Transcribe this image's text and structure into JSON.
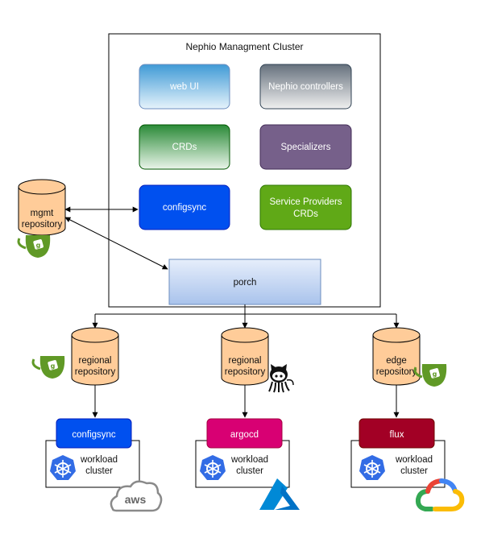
{
  "cluster": {
    "title": "Nephio Managment Cluster",
    "components": [
      {
        "label": "web UI",
        "color": "#4aa3d8",
        "text_color": "#ffffff"
      },
      {
        "label": "Nephio controllers",
        "color": "#6f7a87",
        "text_color": "#ffffff"
      },
      {
        "label": "CRDs",
        "color": "#2e8b3b",
        "text_color": "#ffffff"
      },
      {
        "label": "Specializers",
        "color": "#76608a",
        "text_color": "#ffffff"
      },
      {
        "label": "configsync",
        "color": "#0050ef",
        "text_color": "#ffffff"
      },
      {
        "label": "Service Providers",
        "label2": "CRDs",
        "color": "#60a917",
        "text_color": "#ffffff"
      }
    ],
    "porch": {
      "label": "porch",
      "color": "#b7cdee"
    }
  },
  "mgmt_repo": {
    "line1": "mgmt",
    "line2": "repository",
    "icon": "gitea-teacup-icon"
  },
  "repositories": [
    {
      "line1": "regional",
      "line2": "repository",
      "icon": "gitea-teacup-icon"
    },
    {
      "line1": "regional",
      "line2": "repository",
      "icon": "github-octocat-icon"
    },
    {
      "line1": "edge",
      "line2": "repository",
      "icon": "gitea-teacup-icon"
    }
  ],
  "workload_clusters": [
    {
      "sync_label": "configsync",
      "sync_color": "#0050ef",
      "line1": "workload",
      "line2": "cluster",
      "cloud": "aws",
      "cloud_icon": "aws-logo-icon"
    },
    {
      "sync_label": "argocd",
      "sync_color": "#d80073",
      "line1": "workload",
      "line2": "cluster",
      "cloud": "",
      "cloud_icon": "azure-logo-icon"
    },
    {
      "sync_label": "flux",
      "sync_color": "#a20025",
      "line1": "workload",
      "line2": "cluster",
      "cloud": "",
      "cloud_icon": "google-cloud-logo-icon"
    }
  ],
  "colors": {
    "repo_fill": "#ffcc99",
    "gitea_green": "#609926",
    "kubernetes_blue": "#326ce5",
    "aws_orange": "#ff9900",
    "azure_blue": "#0089d6"
  }
}
